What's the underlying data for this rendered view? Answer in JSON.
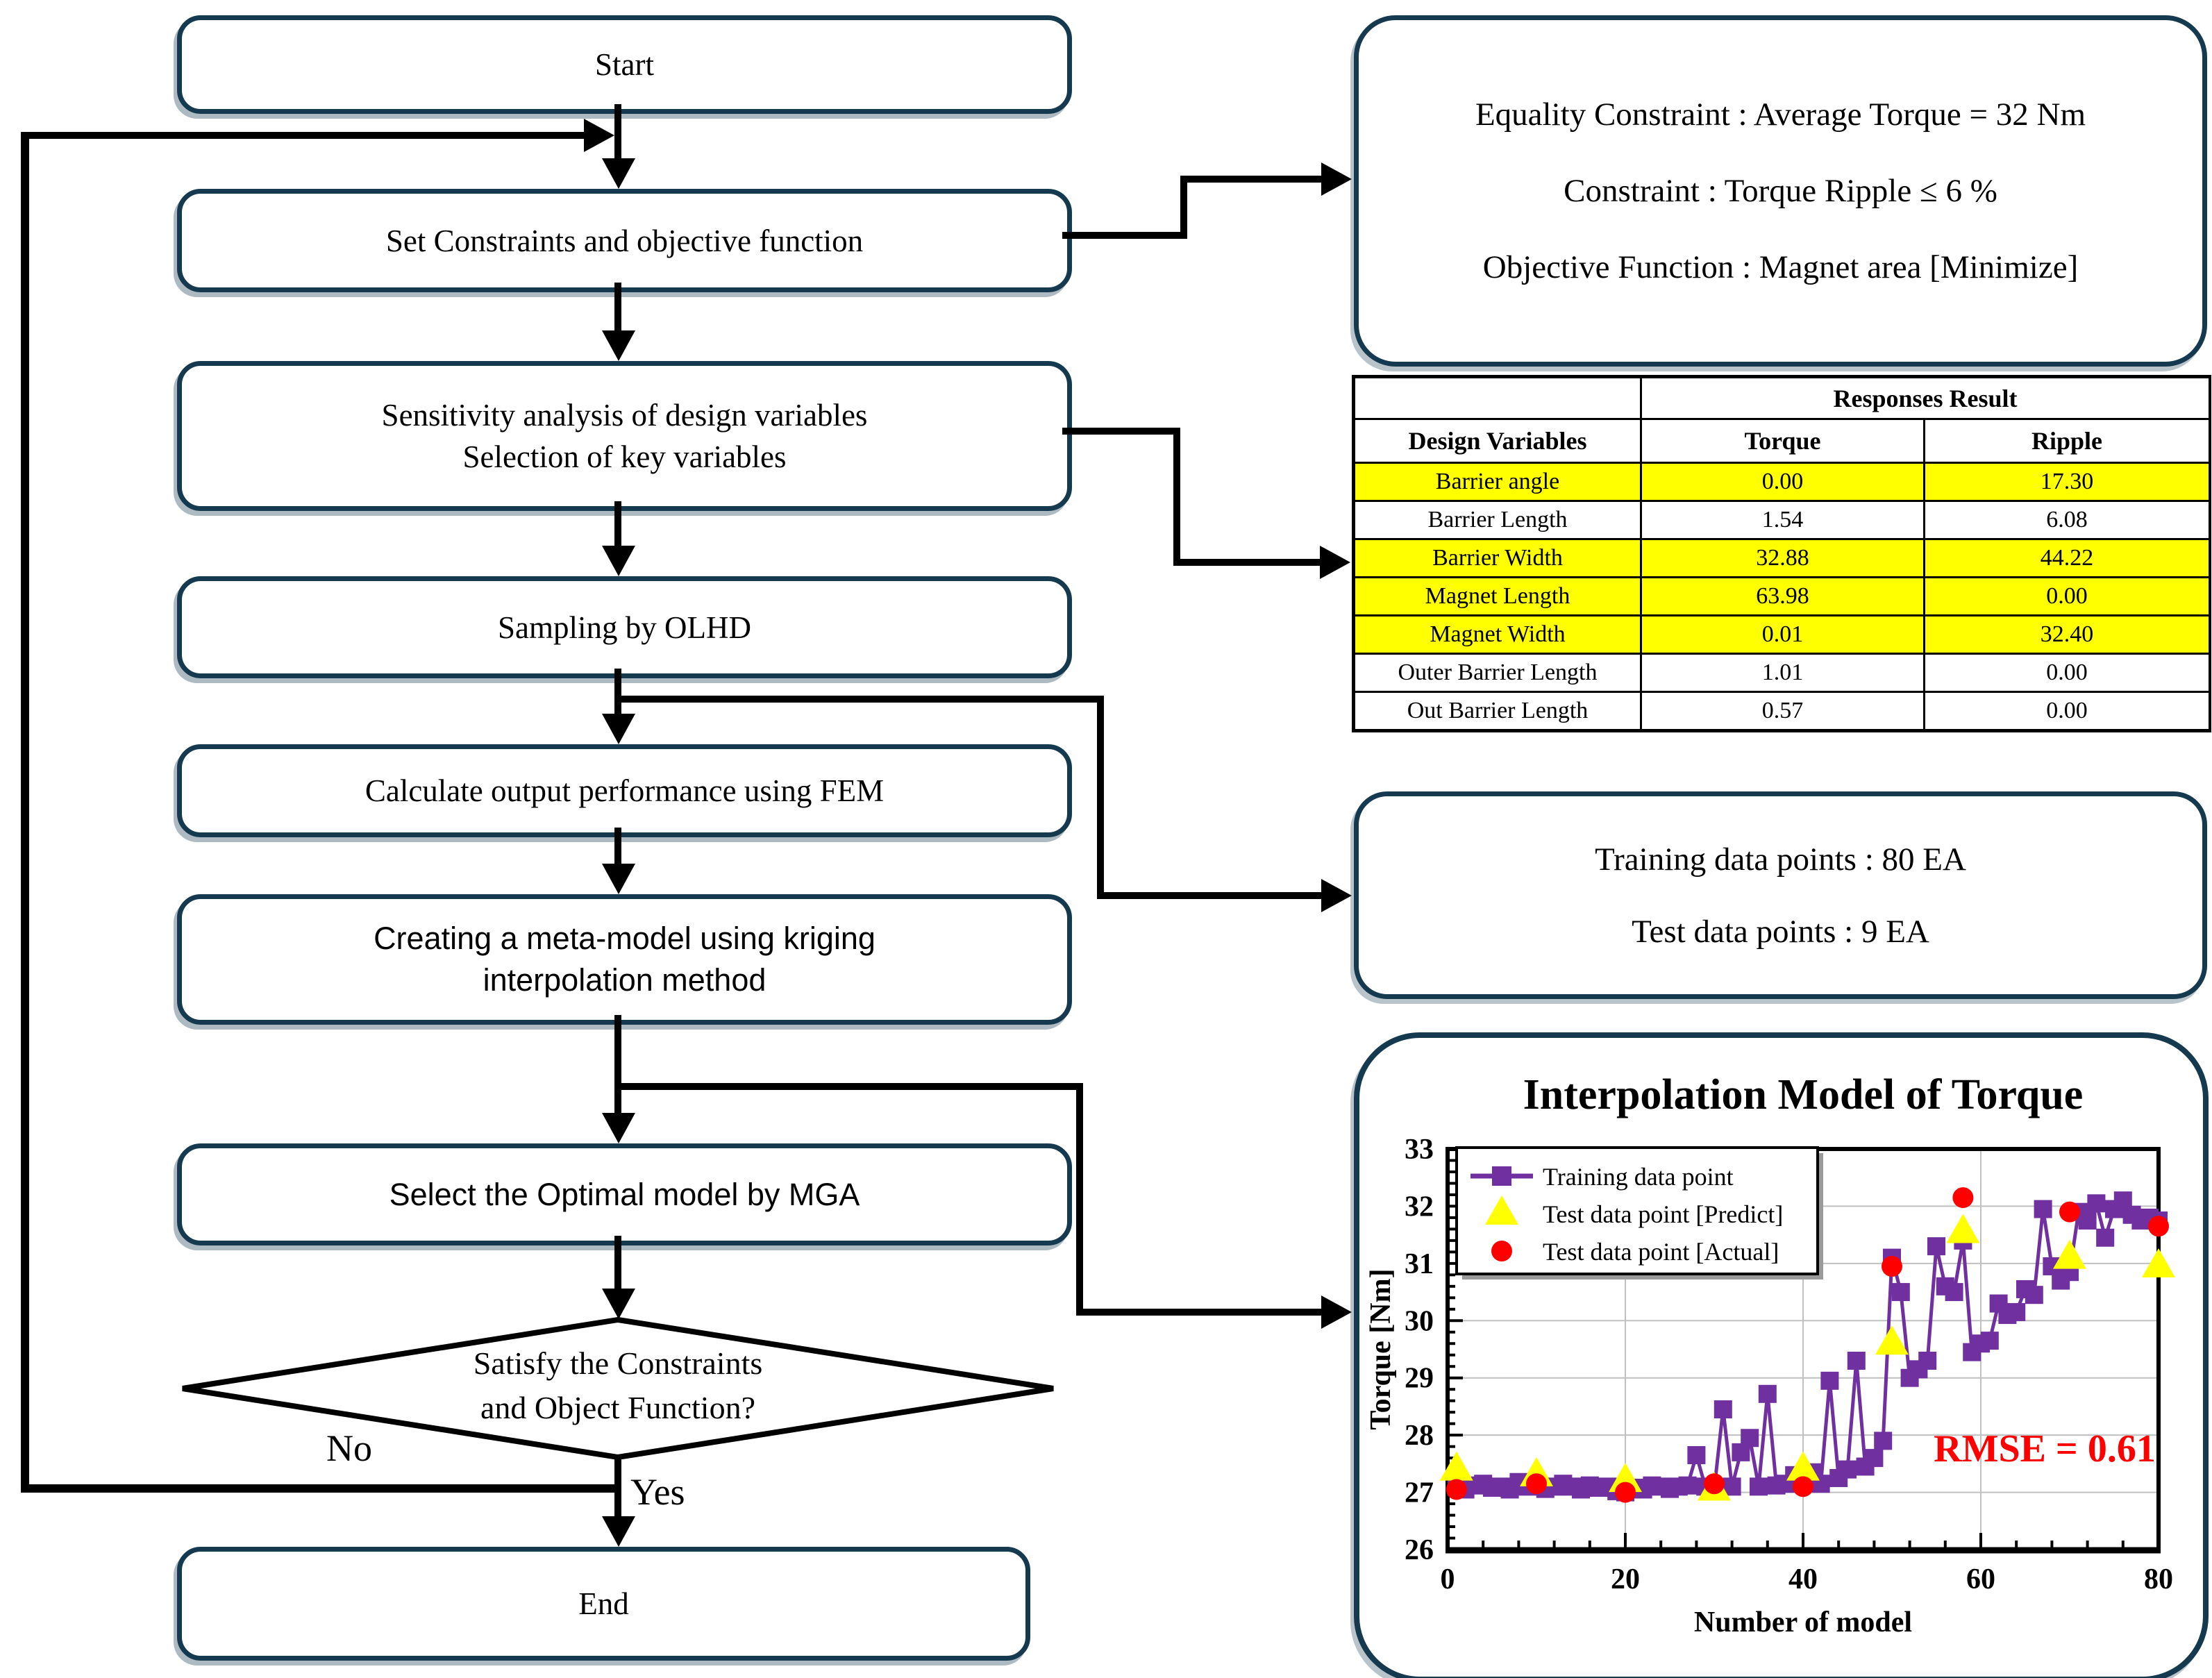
{
  "flowchart": {
    "nodes": {
      "start": "Start",
      "constraints": "Set Constraints and objective function",
      "sensitivity_line1": "Sensitivity analysis of design variables",
      "sensitivity_line2": "Selection of key variables",
      "sampling": "Sampling by OLHD",
      "fem": "Calculate output performance using FEM",
      "meta_line1": "Creating a meta-model using kriging",
      "meta_line2": "interpolation method",
      "mga": "Select the Optimal model by MGA",
      "decision_line1": "Satisfy the Constraints",
      "decision_line2": "and Object Function?",
      "end": "End"
    },
    "edge_labels": {
      "no": "No",
      "yes": "Yes"
    }
  },
  "constraint_box": {
    "lines": [
      "Equality Constraint : Average Torque = 32 Nm",
      "Constraint : Torque Ripple ≤ 6 %",
      "Objective Function : Magnet area [Minimize]"
    ]
  },
  "data_points_box": {
    "lines": [
      "Training data points : 80 EA",
      "Test data points : 9 EA"
    ]
  },
  "table": {
    "span_header": "Responses Result",
    "columns": [
      "Design Variables",
      "Torque",
      "Ripple"
    ],
    "rows": [
      {
        "name": "Barrier angle",
        "torque": "0.00",
        "ripple": "17.30",
        "highlight": true
      },
      {
        "name": "Barrier Length",
        "torque": "1.54",
        "ripple": "6.08",
        "highlight": false
      },
      {
        "name": "Barrier Width",
        "torque": "32.88",
        "ripple": "44.22",
        "highlight": true
      },
      {
        "name": "Magnet Length",
        "torque": "63.98",
        "ripple": "0.00",
        "highlight": true
      },
      {
        "name": "Magnet Width",
        "torque": "0.01",
        "ripple": "32.40",
        "highlight": true
      },
      {
        "name": "Outer Barrier Length",
        "torque": "1.01",
        "ripple": "0.00",
        "highlight": false
      },
      {
        "name": "Out Barrier Length",
        "torque": "0.57",
        "ripple": "0.00",
        "highlight": false
      }
    ],
    "highlight_color": "#ffff00"
  },
  "chart_data": {
    "type": "line",
    "title": "Interpolation Model of Torque",
    "xlabel": "Number of model",
    "ylabel": "Torque [Nm]",
    "xlim": [
      0,
      80
    ],
    "ylim": [
      26,
      33
    ],
    "x_major": 20,
    "x_minor": 4,
    "y_major": 1,
    "y_minor": 0.2,
    "grid": true,
    "legend_position": "upper-left",
    "annotation": "RMSE = 0.61",
    "annotation_color": "#ff0000",
    "series": [
      {
        "name": "Training data point",
        "marker": "square",
        "color": "#7030a0",
        "line": true,
        "x_first": 1,
        "x_step": 1,
        "values": [
          27.1,
          27.05,
          27.12,
          27.15,
          27.08,
          27.1,
          27.05,
          27.18,
          27.1,
          27.12,
          27.06,
          27.1,
          27.15,
          27.1,
          27.05,
          27.12,
          27.08,
          27.1,
          27.02,
          27.0,
          27.08,
          27.05,
          27.12,
          27.1,
          27.06,
          27.1,
          27.12,
          27.65,
          27.1,
          27.05,
          28.45,
          27.1,
          27.7,
          27.95,
          27.1,
          28.72,
          27.12,
          27.15,
          27.3,
          27.2,
          27.35,
          27.15,
          28.95,
          27.25,
          27.4,
          29.3,
          27.45,
          27.6,
          27.9,
          31.1,
          30.5,
          29.0,
          29.15,
          29.3,
          31.3,
          30.6,
          30.5,
          31.4,
          29.45,
          29.6,
          29.65,
          30.3,
          30.1,
          30.15,
          30.55,
          30.45,
          31.95,
          30.95,
          30.7,
          30.85,
          31.9,
          31.75,
          32.05,
          31.45,
          31.95,
          32.1,
          31.85,
          31.75,
          31.8,
          31.75
        ]
      },
      {
        "name": "Test data point [Predict]",
        "marker": "triangle",
        "color": "#ffff00",
        "line": false,
        "x": [
          1,
          10,
          20,
          30,
          40,
          50,
          58,
          70,
          80
        ],
        "values": [
          27.4,
          27.3,
          27.2,
          27.05,
          27.4,
          29.6,
          31.55,
          31.1,
          30.95
        ]
      },
      {
        "name": "Test data point [Actual]",
        "marker": "circle",
        "color": "#ff0000",
        "line": false,
        "x": [
          1,
          10,
          20,
          30,
          40,
          50,
          58,
          70,
          80
        ],
        "values": [
          27.05,
          27.15,
          27.0,
          27.15,
          27.1,
          30.95,
          32.15,
          31.9,
          31.65
        ]
      }
    ]
  }
}
